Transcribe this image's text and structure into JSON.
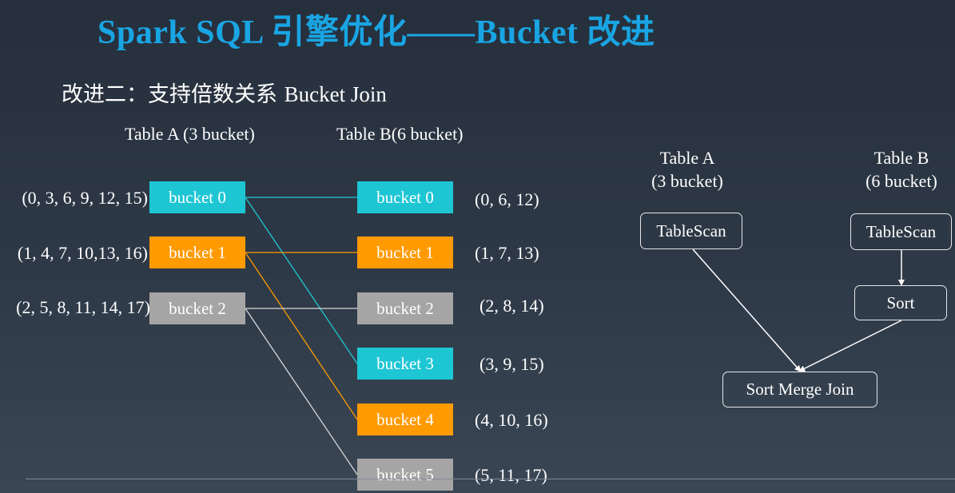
{
  "title": "Spark SQL 引擎优化——Bucket 改进",
  "subtitle": {
    "prefix": "改进二：支持倍数关系",
    "suffix": "Bucket Join"
  },
  "left_diagram": {
    "table_a_header": "Table A (3 bucket)",
    "table_b_header": "Table B(6 bucket)",
    "table_a_buckets": [
      {
        "label": "bucket 0",
        "values": "(0, 3, 6, 9, 12, 15)",
        "color": "#1ec6d4"
      },
      {
        "label": "bucket 1",
        "values": "(1, 4, 7, 10,13, 16)",
        "color": "#ff9a00"
      },
      {
        "label": "bucket 2",
        "values": "(2, 5, 8, 11, 14, 17)",
        "color": "#a5a5a5"
      }
    ],
    "table_b_buckets": [
      {
        "label": "bucket 0",
        "values": "(0, 6, 12)",
        "color": "#1ec6d4"
      },
      {
        "label": "bucket 1",
        "values": "(1, 7, 13)",
        "color": "#ff9a00"
      },
      {
        "label": "bucket 2",
        "values": "(2, 8, 14)",
        "color": "#a5a5a5"
      },
      {
        "label": "bucket 3",
        "values": "(3, 9, 15)",
        "color": "#1ec6d4"
      },
      {
        "label": "bucket 4",
        "values": "(4, 10, 16)",
        "color": "#ff9a00"
      },
      {
        "label": "bucket 5",
        "values": "(5, 11, 17)",
        "color": "#a5a5a5"
      }
    ]
  },
  "right_diagram": {
    "table_a_header_line1": "Table A",
    "table_a_header_line2": "(3 bucket)",
    "table_b_header_line1": "Table B",
    "table_b_header_line2": "(6 bucket)",
    "tablescan_a": "TableScan",
    "tablescan_b": "TableScan",
    "sort": "Sort",
    "sort_merge_join": "Sort Merge Join"
  }
}
